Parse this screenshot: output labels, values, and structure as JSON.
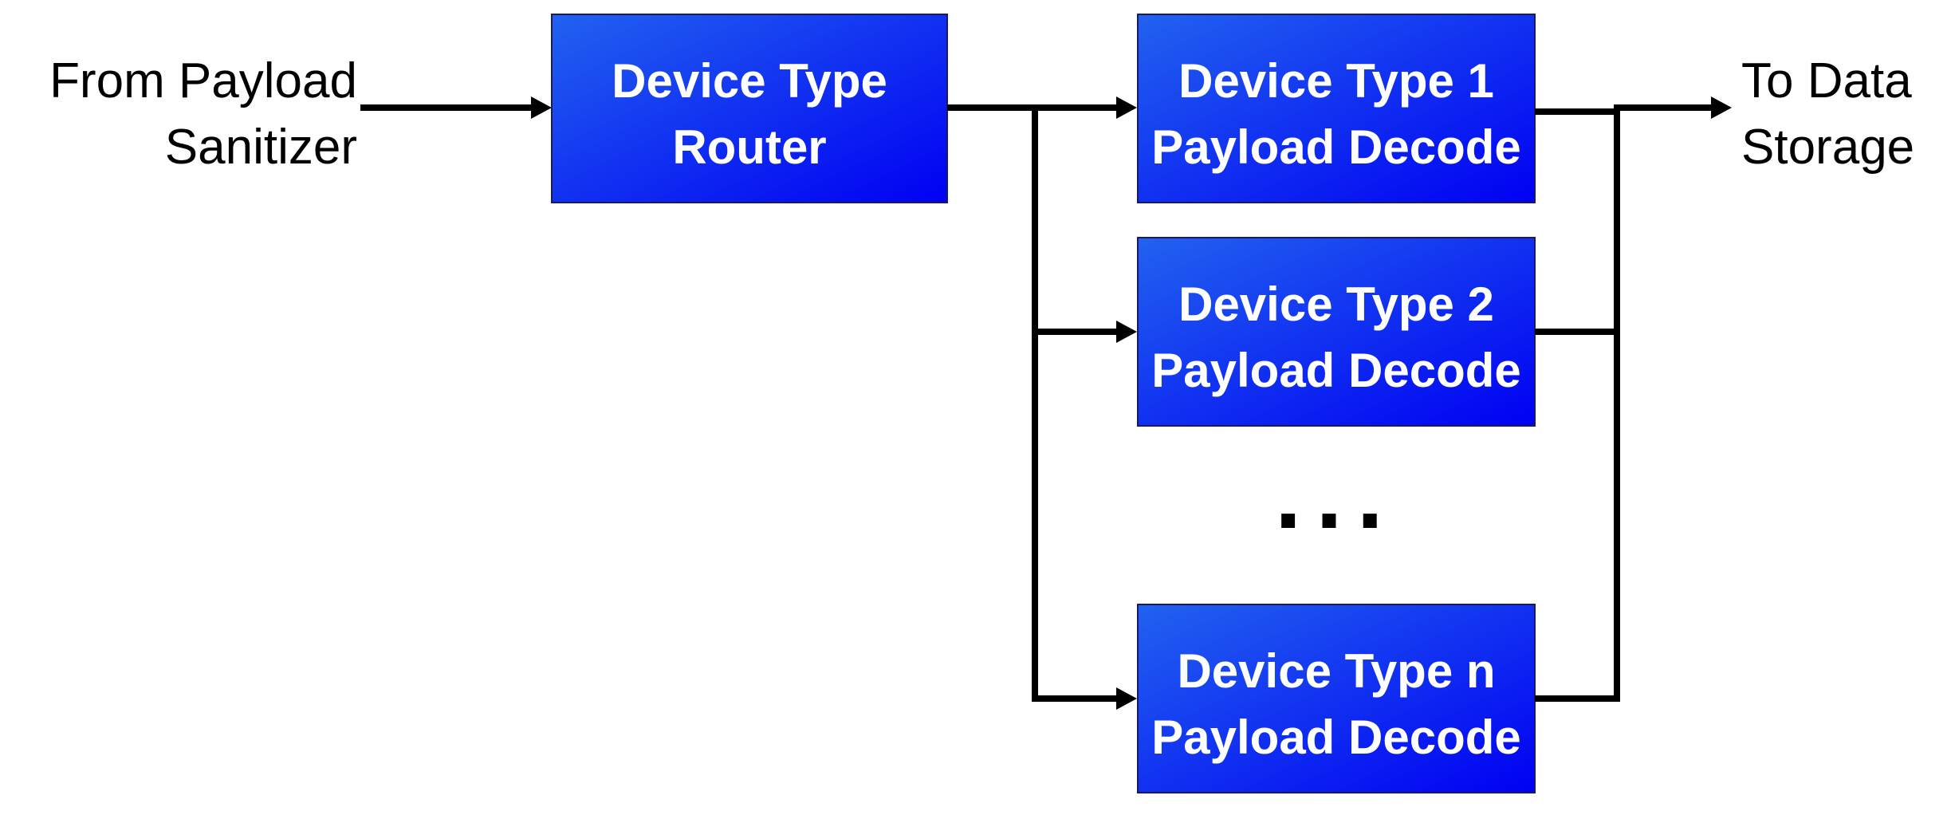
{
  "source_label": {
    "line1": "From Payload",
    "line2": "Sanitizer"
  },
  "sink_label": {
    "line1": "To Data",
    "line2": "Storage"
  },
  "router": {
    "line1": "Device Type",
    "line2": "Router"
  },
  "decoders": [
    {
      "line1": "Device Type 1",
      "line2": "Payload Decode"
    },
    {
      "line1": "Device Type 2",
      "line2": "Payload Decode"
    },
    {
      "line1": "Device Type n",
      "line2": "Payload Decode"
    }
  ],
  "ellipsis": "...",
  "colors": {
    "box_gradient_start": "#1f5cf0",
    "box_gradient_end": "#0000f0",
    "line": "#000000",
    "box_text": "#ffffff"
  }
}
